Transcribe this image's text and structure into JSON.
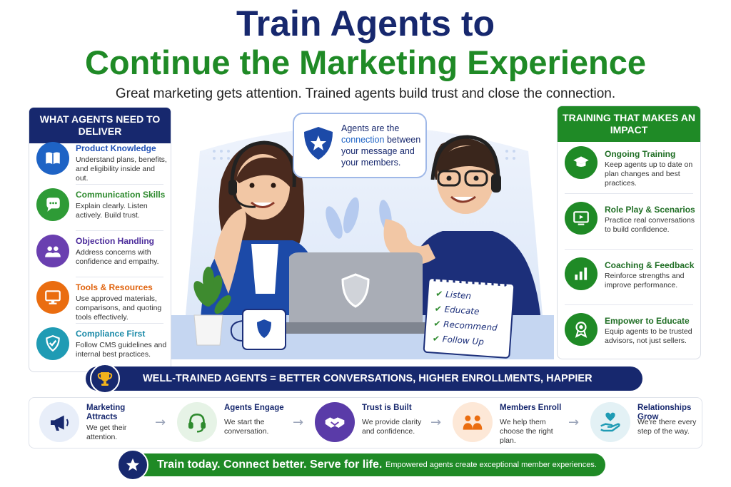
{
  "title": {
    "line1": "Train Agents to",
    "line2": "Continue the Marketing Experience",
    "subtitle": "Great marketing gets attention.  Trained agents build trust and close the connection."
  },
  "left_panel": {
    "header": "WHAT AGENTS NEED TO DELIVER",
    "items": [
      {
        "title": "Product Knowledge",
        "desc": "Understand plans, benefits, and eligibility inside and out.",
        "icon": "book-icon",
        "color": "#1e63c5",
        "title_color": "#1e4fb5"
      },
      {
        "title": "Communication Skills",
        "desc": "Explain clearly. Listen actively. Build trust.",
        "icon": "chat-icon",
        "color": "#2e9b36",
        "title_color": "#2e8a2e"
      },
      {
        "title": "Objection Handling",
        "desc": "Address concerns with confidence and empathy.",
        "icon": "people-icon",
        "color": "#6a3fb0",
        "title_color": "#4a2a9a"
      },
      {
        "title": "Tools & Resources",
        "desc": "Use approved materials, comparisons, and quoting tools effectively.",
        "icon": "monitor-icon",
        "color": "#ea6d10",
        "title_color": "#e0620c"
      },
      {
        "title": "Compliance First",
        "desc": "Follow CMS guidelines and internal best practices.",
        "icon": "shield-check-icon",
        "color": "#1f9bb4",
        "title_color": "#1a8aa8"
      }
    ]
  },
  "right_panel": {
    "header": "TRAINING THAT MAKES AN IMPACT",
    "items": [
      {
        "title": "Ongoing Training",
        "desc": "Keep agents up to date on plan changes and best practices.",
        "icon": "graduation-cap-icon"
      },
      {
        "title": "Role Play & Scenarios",
        "desc": "Practice real conversations to build confidence.",
        "icon": "video-screen-icon"
      },
      {
        "title": "Coaching & Feedback",
        "desc": "Reinforce strengths and improve performance.",
        "icon": "bar-chart-icon"
      },
      {
        "title": "Empower to Educate",
        "desc": "Equip agents to be trusted advisors, not just sellers.",
        "icon": "award-icon"
      }
    ]
  },
  "bubble": {
    "pre": "Agents are the ",
    "highlight": "connection",
    "post": " between your message and your members."
  },
  "checklist": [
    "Listen",
    "Educate",
    "Recommend",
    "Follow Up"
  ],
  "banner": "WELL-TRAINED AGENTS = BETTER CONVERSATIONS, HIGHER ENROLLMENTS, HAPPIER MEMBERS",
  "flow": [
    {
      "title": "Marketing Attracts",
      "desc": "We get their attention.",
      "icon": "megaphone-icon"
    },
    {
      "title": "Agents Engage",
      "desc": "We start the conversation.",
      "icon": "headset-icon"
    },
    {
      "title": "Trust is Built",
      "desc": "We provide clarity and confidence.",
      "icon": "handshake-icon"
    },
    {
      "title": "Members Enroll",
      "desc": "We help them choose the right plan.",
      "icon": "family-icon"
    },
    {
      "title": "Relationships Grow",
      "desc": "We're there every step of the way.",
      "icon": "heart-hand-icon"
    }
  ],
  "footer": {
    "main": "Train today.  Connect better.  Serve for life.",
    "small": "Empowered agents create exceptional member experiences."
  }
}
